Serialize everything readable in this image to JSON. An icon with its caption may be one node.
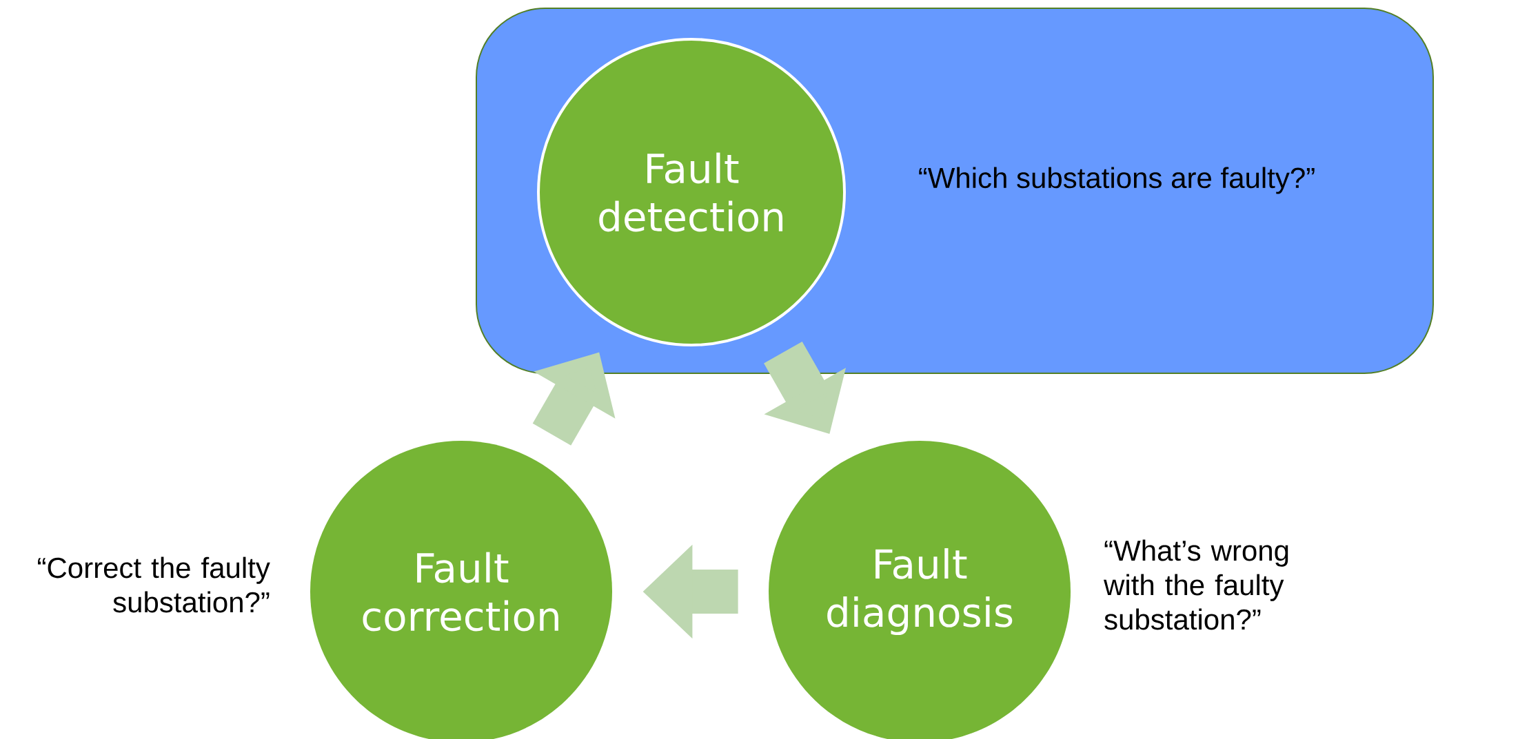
{
  "diagram": {
    "nodes": [
      {
        "text": [
          "“Which substations are faulty?”"
        ]
      },
      {
        "text": [
          "Fault detection"
        ],
        "in": 0
      },
      {
        "text": [
          "Fault correction"
        ],
        "beside": [
          "“Correct the faulty substation?”"
        ]
      },
      {
        "text": [
          "Fault diagnosis"
        ],
        "beside": [
          "“What’s wrong with the faulty substation?”"
        ]
      }
    ],
    "edges": [
      {
        "from": 1,
        "to": 3,
        "arrow": "to"
      },
      {
        "from": 3,
        "to": 2,
        "arrow": "to"
      },
      {
        "from": 2,
        "to": 1,
        "arrow": "to"
      }
    ]
  }
}
